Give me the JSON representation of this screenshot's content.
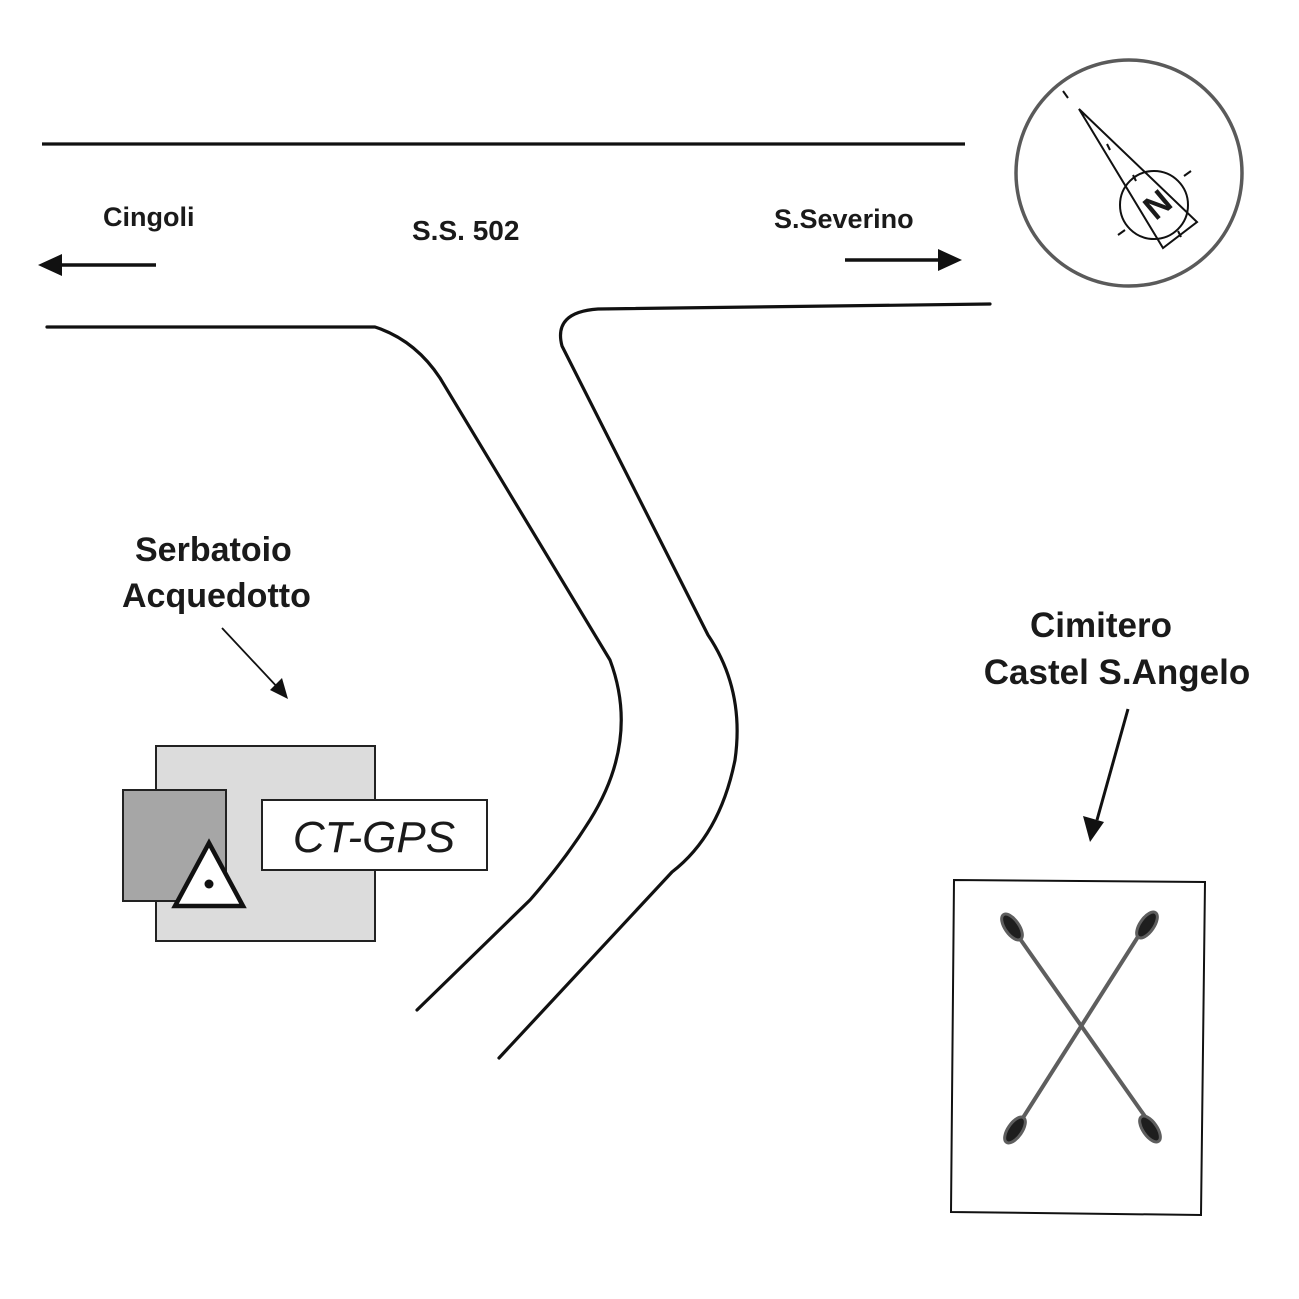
{
  "map": {
    "road_name": "S.S. 502",
    "directions": {
      "left": {
        "label": "Cingoli",
        "arrow": "arrow-left"
      },
      "right": {
        "label": "S.Severino",
        "arrow": "arrow-right"
      }
    },
    "compass": {
      "label": "N",
      "icon": "north-arrow"
    },
    "landmarks": {
      "reservoir": {
        "line1": "Serbatoio",
        "line2": "Acquedotto"
      },
      "cemetery": {
        "line1": "Cimitero",
        "line2": "Castel S.Angelo",
        "icon": "cemetery-cross"
      }
    },
    "station": {
      "label": "CT-GPS",
      "icon": "gps-triangle-marker"
    }
  },
  "colors": {
    "ink": "#111111",
    "building_light": "#dcdcdc",
    "building_dark": "#a6a6a6",
    "compass_ring": "#5a5a5a",
    "cross": "#5e5e5e"
  }
}
